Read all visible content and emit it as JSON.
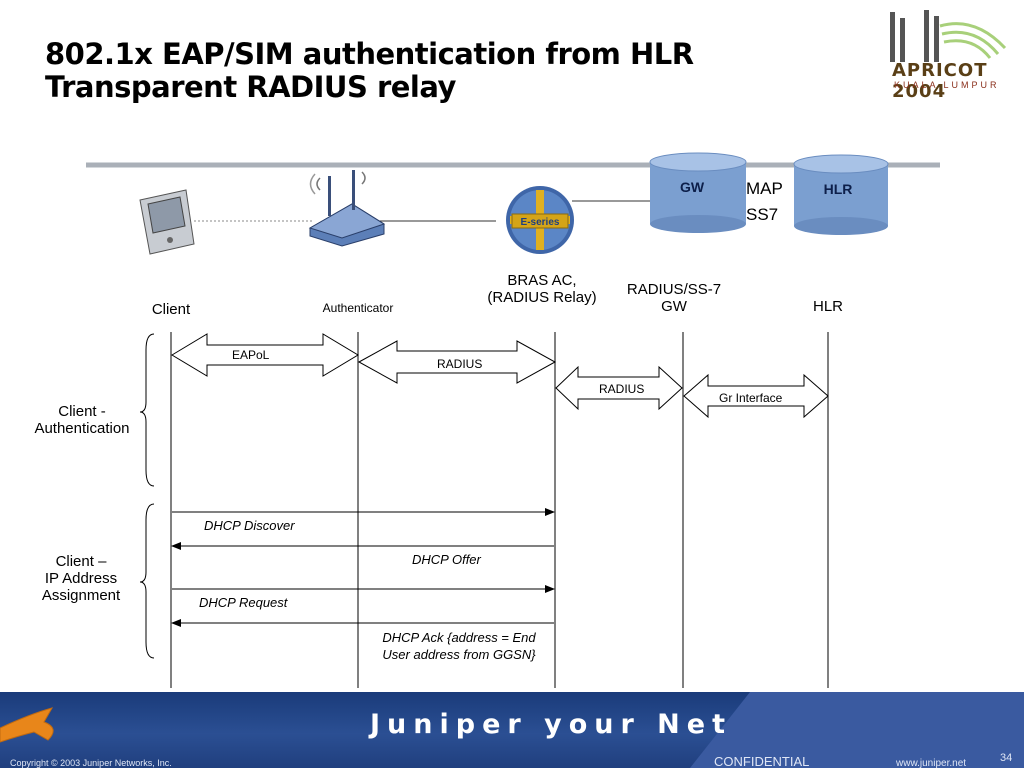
{
  "title": {
    "line1": "802.1x EAP/SIM authentication from HLR",
    "line2": "Transparent RADIUS relay"
  },
  "logo": {
    "name": "APRICOT 2004",
    "subtitle": "KUALA LUMPUR"
  },
  "network": {
    "router_label": "E-series",
    "gw_label": "GW",
    "hlr_label": "HLR",
    "map_label": "MAP",
    "ss7_label": "SS7"
  },
  "lanes": {
    "client": "Client",
    "authenticator": "Authenticator",
    "bras_line1": "BRAS AC,",
    "bras_line2": "(RADIUS Relay)",
    "radius_gw_line1": "RADIUS/SS-7",
    "radius_gw_line2": "GW",
    "hlr": "HLR"
  },
  "groups": {
    "auth_line1": "Client -",
    "auth_line2": "Authentication",
    "ip_line1": "Client –",
    "ip_line2": "IP Address",
    "ip_line3": "Assignment"
  },
  "arrows": {
    "eapol": "EAPoL",
    "radius1": "RADIUS",
    "radius2": "RADIUS",
    "gr": "Gr Interface"
  },
  "messages": {
    "discover": "DHCP Discover",
    "offer": "DHCP Offer",
    "request": "DHCP Request",
    "ack_line1": "DHCP Ack {address = End",
    "ack_line2": "User address from GGSN}"
  },
  "footer": {
    "brand": "Juniper your Net",
    "copyright": "Copyright © 2003 Juniper Networks, Inc.",
    "confidential": "CONFIDENTIAL",
    "website": "www.juniper.net",
    "page": "34"
  },
  "colors": {
    "footer_bg": "#1f3f7f",
    "router_blue": "#4f79b8",
    "router_gold": "#e0b020",
    "cylinder_blue": "#7b9fd0"
  }
}
